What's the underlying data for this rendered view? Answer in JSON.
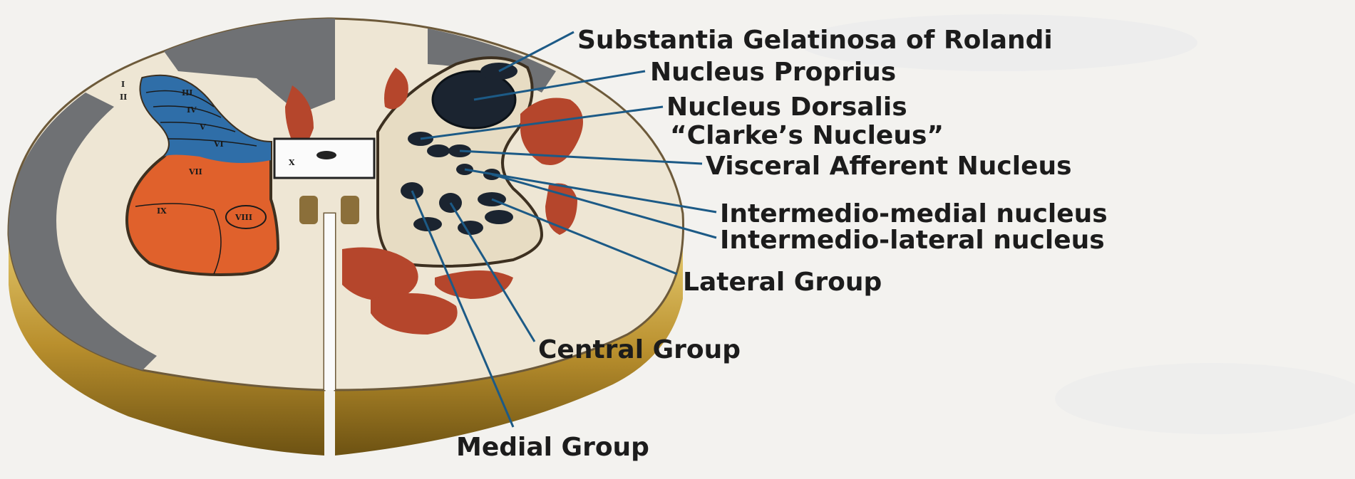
{
  "callouts": [
    {
      "text": "Substantia Gelatinosa of Rolandi"
    },
    {
      "text": "Nucleus Proprius"
    },
    {
      "text": "Nucleus Dorsalis"
    },
    {
      "text": "“Clarke’s Nucleus”"
    },
    {
      "text": "Visceral Afferent Nucleus"
    },
    {
      "text": "Intermedio-medial nucleus"
    },
    {
      "text": "Intermedio-lateral nucleus"
    },
    {
      "text": "Lateral Group"
    },
    {
      "text": "Central Group"
    },
    {
      "text": "Medial Group"
    }
  ],
  "laminae": {
    "i": "I",
    "ii": "II",
    "iii": "III",
    "iv": "IV",
    "v": "V",
    "vi": "VI",
    "vii": "VII",
    "viii": "VIII",
    "ix": "IX",
    "x": "X"
  },
  "colors": {
    "white_matter": "#eee6d4",
    "gray_matter_right": "#e7dcc3",
    "dark_tract": "#6f7174",
    "blue_laminae": "#2f6ea8",
    "orange_laminae": "#e0612c",
    "red_tract": "#b5462c",
    "nucleus_dark": "#1b2430",
    "gold_edge": "#c9a33c",
    "leader_line": "#1c5a86"
  }
}
